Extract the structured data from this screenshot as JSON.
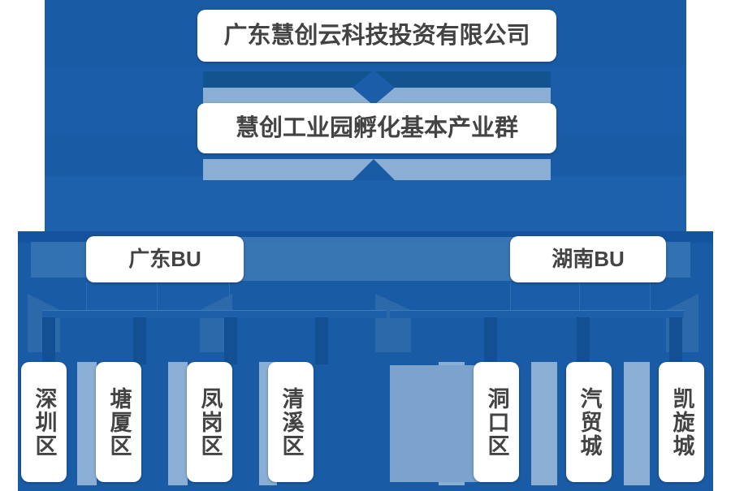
{
  "diagram": {
    "type": "organization-chart",
    "title_box": {
      "label": "广东慧创云科技投资有限公司"
    },
    "group_box": {
      "label": "慧创工业园孵化基本产业群"
    },
    "business_units": [
      {
        "id": "gd",
        "label": "广东BU"
      },
      {
        "id": "hn",
        "label": "湖南BU"
      }
    ],
    "leaf_nodes": [
      {
        "id": "shenzhen",
        "label": "深圳区",
        "parent": "gd"
      },
      {
        "id": "tangxia",
        "label": "塘厦区",
        "parent": "gd"
      },
      {
        "id": "fenggang",
        "label": "凤岗区",
        "parent": "gd"
      },
      {
        "id": "qingxi",
        "label": "清溪区",
        "parent": "gd"
      },
      {
        "id": "dongkou",
        "label": "洞口区",
        "parent": "hn"
      },
      {
        "id": "qimaocheng",
        "label": "汽贸城",
        "parent": "hn"
      },
      {
        "id": "kaixuan",
        "label": "凯旋城",
        "parent": "hn"
      }
    ],
    "colors": {
      "panel_blue": "#1a5ba6",
      "panel_blue_dark": "#14549e",
      "band_dark": "#11548f",
      "band_light": "#8aaed4",
      "accent_mid": "#3b78b5",
      "box_background": "#ffffff",
      "text": "#434343"
    }
  }
}
